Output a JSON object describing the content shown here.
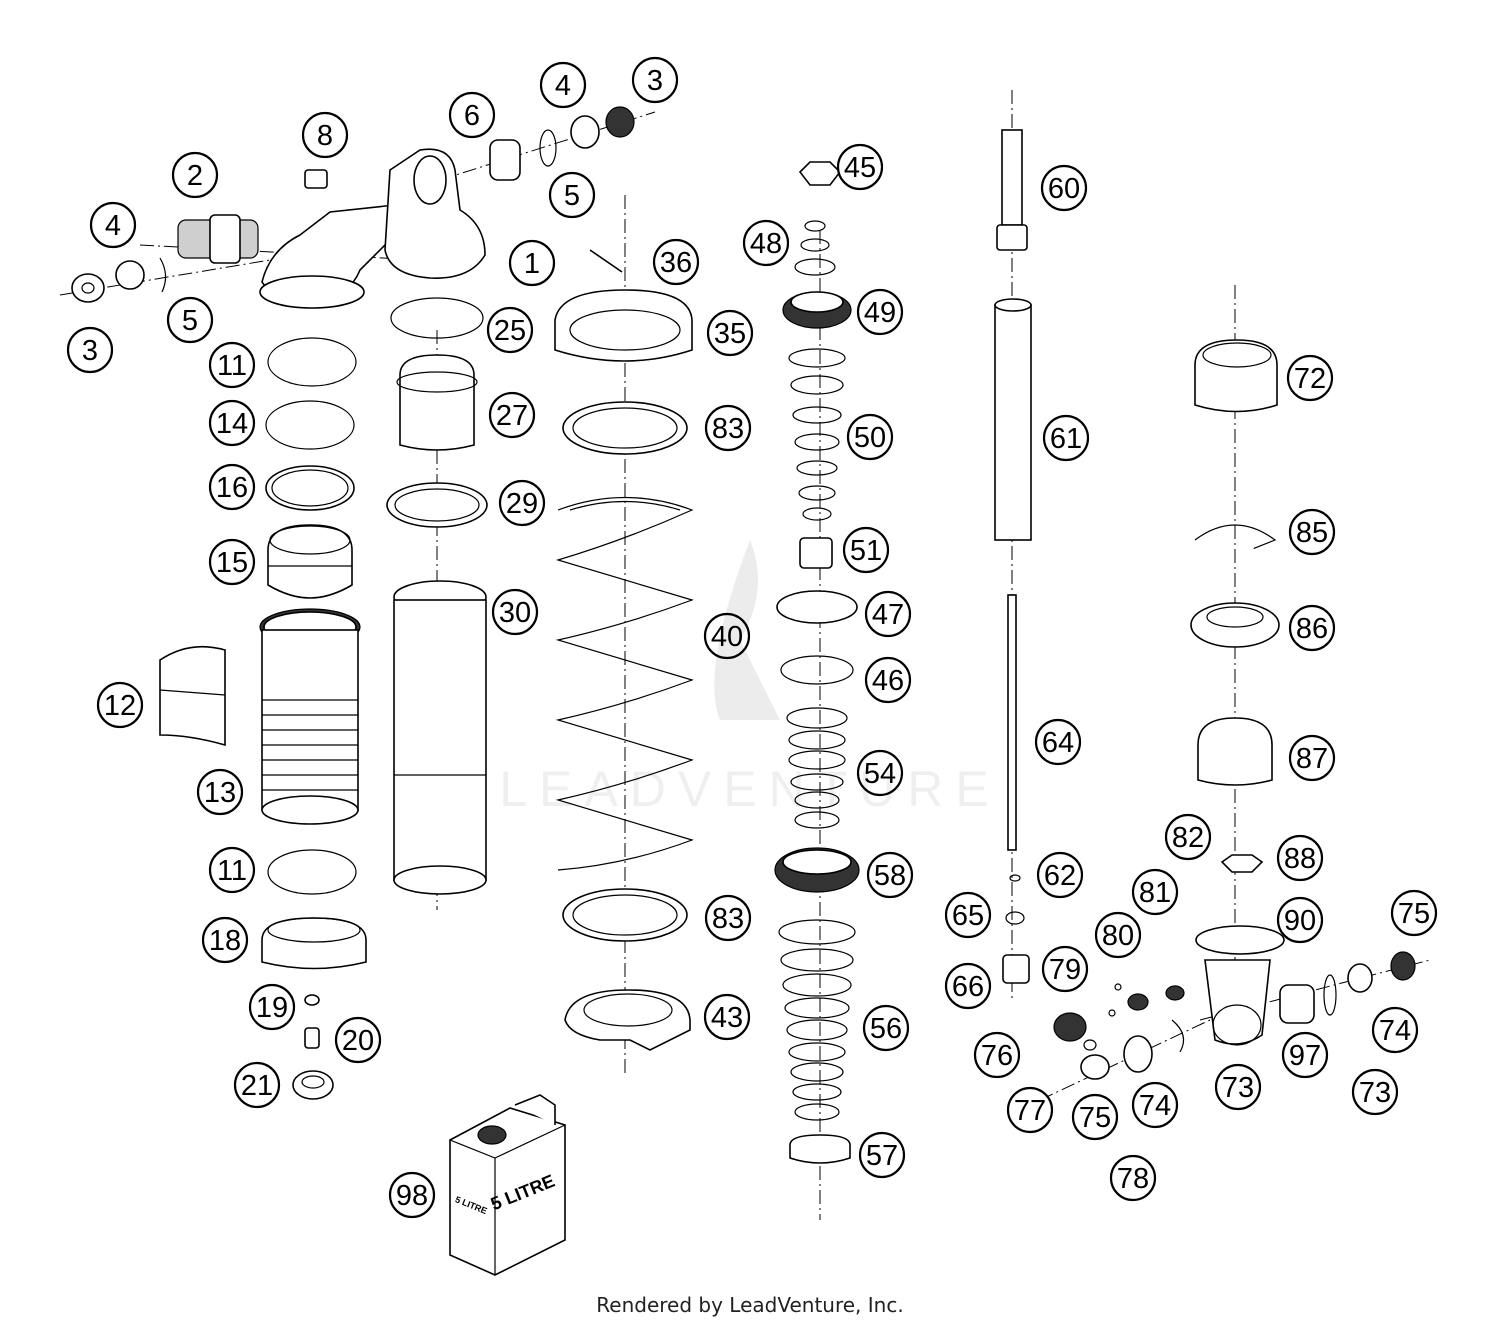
{
  "diagram": {
    "callouts": [
      "1",
      "2",
      "3",
      "3",
      "4",
      "4",
      "5",
      "5",
      "6",
      "8",
      "11",
      "11",
      "12",
      "13",
      "14",
      "15",
      "16",
      "18",
      "19",
      "20",
      "21",
      "25",
      "27",
      "29",
      "30",
      "35",
      "36",
      "40",
      "43",
      "45",
      "46",
      "47",
      "48",
      "49",
      "50",
      "51",
      "54",
      "56",
      "57",
      "58",
      "60",
      "61",
      "62",
      "64",
      "65",
      "66",
      "72",
      "73",
      "73",
      "74",
      "74",
      "75",
      "75",
      "76",
      "77",
      "78",
      "79",
      "80",
      "81",
      "82",
      "83",
      "83",
      "85",
      "86",
      "87",
      "88",
      "90",
      "97",
      "98"
    ],
    "can_label_front": "5 LITRE",
    "can_label_side": "5 LITRE"
  },
  "watermark": {
    "text": "LEADVENTURE"
  },
  "footer": {
    "text": "Rendered by LeadVenture, Inc."
  }
}
